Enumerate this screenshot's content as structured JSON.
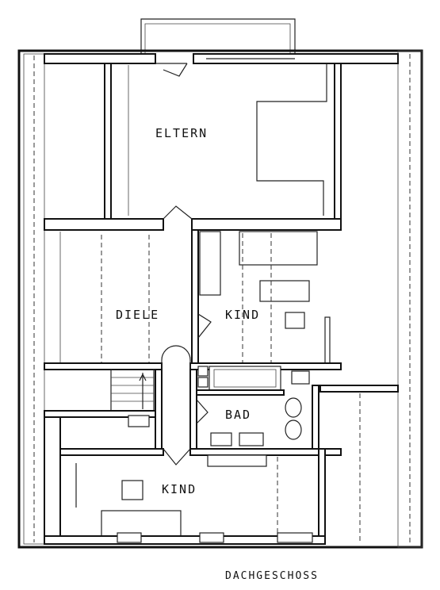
{
  "plan": {
    "title": "DACHGESCHOSS",
    "rooms": {
      "eltern": "ELTERN",
      "diele": "DIELE",
      "kind_upper": "KIND",
      "bad": "BAD",
      "kind_lower": "KIND"
    }
  }
}
